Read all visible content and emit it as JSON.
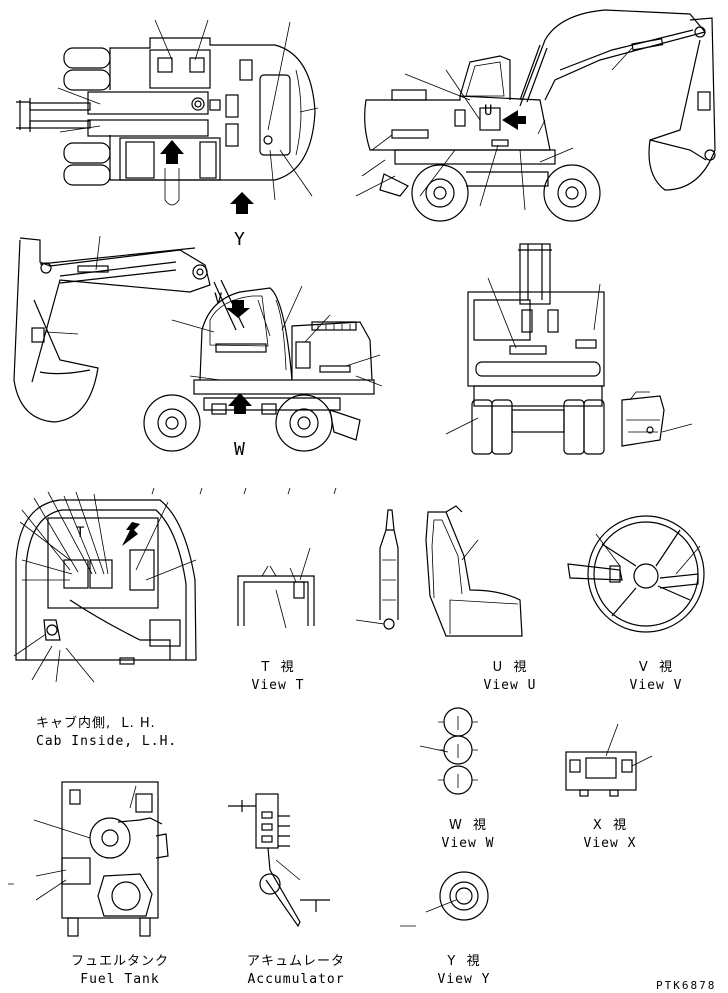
{
  "views": [
    {
      "id": "T",
      "jp": "T  視",
      "en": "View T"
    },
    {
      "id": "U",
      "jp": "U  視",
      "en": "View U"
    },
    {
      "id": "V",
      "jp": "V  視",
      "en": "View V"
    },
    {
      "id": "W",
      "jp": "W  視",
      "en": "View W"
    },
    {
      "id": "X",
      "jp": "X  視",
      "en": "View X"
    },
    {
      "id": "Y",
      "jp": "Y  視",
      "en": "View Y"
    }
  ],
  "cab": {
    "jp": "キャブ内側,  L. H.",
    "en": "Cab Inside, L.H."
  },
  "fuel_tank": {
    "jp": "フュエルタンク",
    "en": "Fuel Tank"
  },
  "accumulator": {
    "jp": "アキュムレータ",
    "en": "Accumulator"
  },
  "markers": {
    "w": "W",
    "y": "Y",
    "u": "U",
    "t": "T",
    "v": "V"
  },
  "drawing_code": "PTK6878"
}
